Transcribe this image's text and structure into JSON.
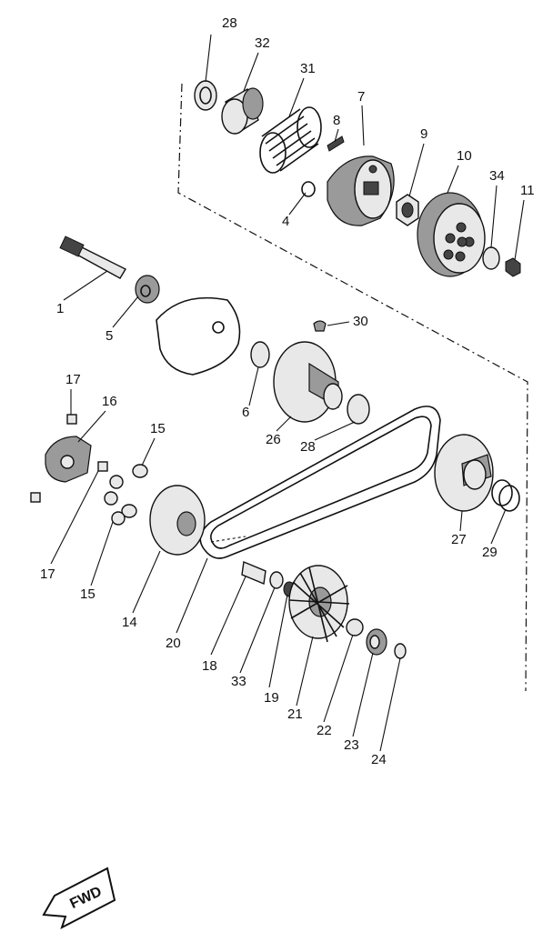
{
  "diagram": {
    "part_numbers": [
      "1",
      "4",
      "5",
      "6",
      "7",
      "8",
      "9",
      "10",
      "11",
      "14",
      "15",
      "15",
      "16",
      "17",
      "17",
      "18",
      "19",
      "20",
      "21",
      "22",
      "23",
      "24",
      "26",
      "27",
      "28",
      "28",
      "29",
      "30",
      "31",
      "32",
      "33",
      "34"
    ],
    "fwd_label": "FWD"
  }
}
